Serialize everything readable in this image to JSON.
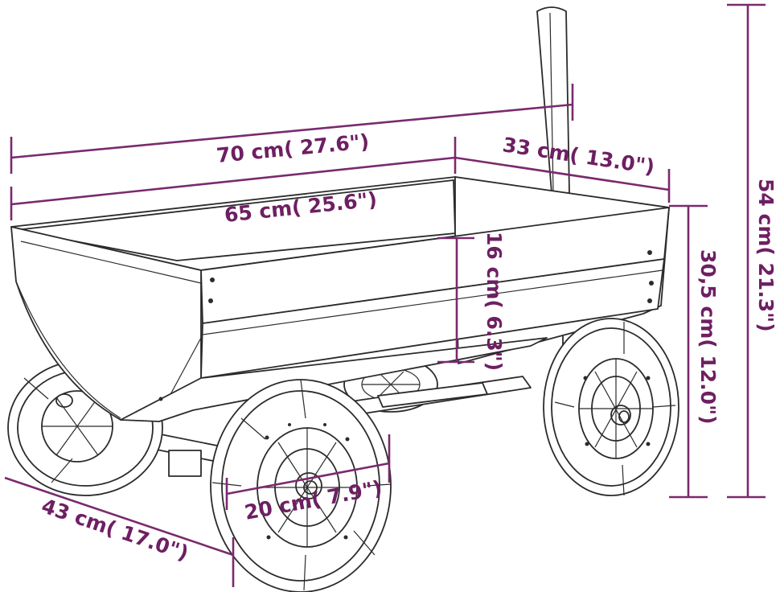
{
  "dimensions": {
    "total_length": "70 cm( 27.6\")",
    "box_length": "65 cm( 25.6\")",
    "box_width": "33 cm( 13.0\")",
    "box_depth": "16 cm( 6.3\")",
    "box_height": "30,5 cm( 12.0\")",
    "total_height": "54 cm( 21.3\")",
    "total_width": "43 cm( 17.0\")",
    "wheel_diameter": "20 cm( 7.9\")"
  },
  "colors": {
    "dimension": "#7a2a6e",
    "drawing": "#2b2b2b",
    "background": "#ffffff"
  }
}
